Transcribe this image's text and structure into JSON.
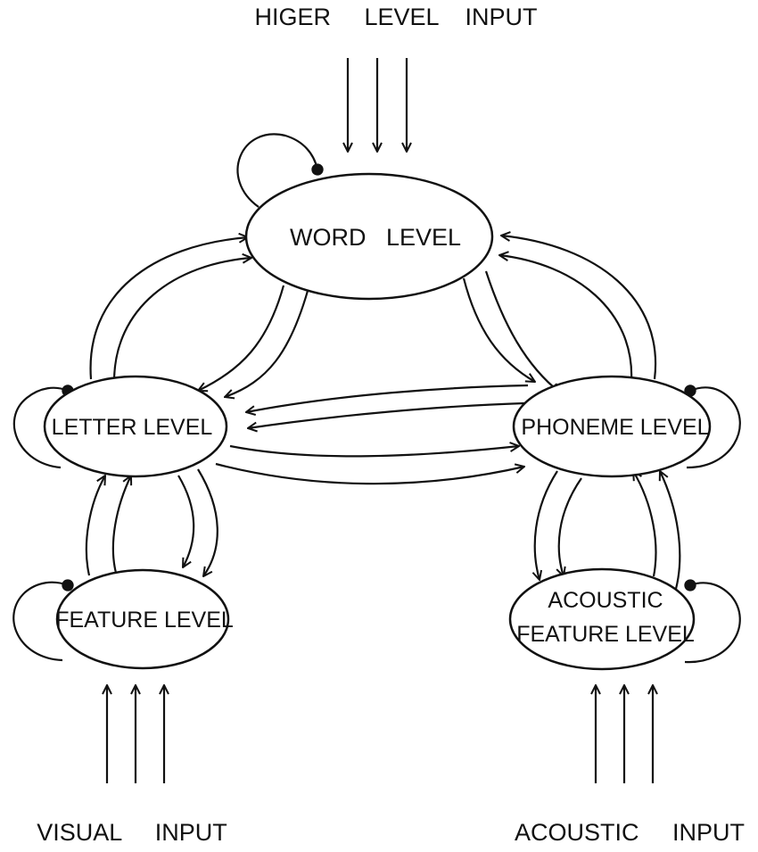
{
  "inputs": {
    "higher": "HIGER     LEVEL    INPUT",
    "visual": "VISUAL     INPUT",
    "acoustic": "ACOUSTIC     INPUT"
  },
  "nodes": {
    "word": "WORD   LEVEL",
    "letter": "LETTER LEVEL",
    "phoneme": "PHONEME LEVEL",
    "feature": "FEATURE LEVEL",
    "acoustic_feature_line1": "ACOUSTIC",
    "acoustic_feature_line2": "FEATURE LEVEL"
  },
  "colors": {
    "stroke": "#111111",
    "background": "#ffffff"
  }
}
